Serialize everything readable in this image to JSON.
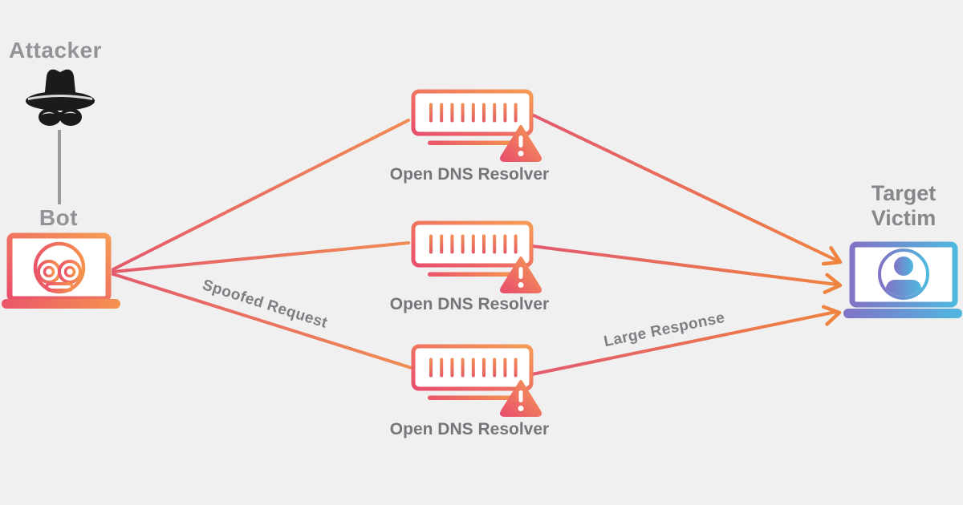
{
  "diagram": {
    "background": "#f0f0f1",
    "attacker": {
      "label": "Attacker"
    },
    "bot": {
      "label": "Bot"
    },
    "resolvers": [
      {
        "label": "Open DNS Resolver"
      },
      {
        "label": "Open DNS Resolver"
      },
      {
        "label": "Open DNS Resolver"
      }
    ],
    "target": {
      "label": "Target Victim"
    },
    "edges": {
      "request_label": "Spoofed Request",
      "response_label": "Large Response"
    },
    "icons": {
      "attacker": "spy-hat-icon",
      "bot": "robot-laptop-icon",
      "resolver": "server-icon with warning-icon",
      "target": "person-laptop-icon"
    },
    "colors": {
      "line_gradient_start": "#e45a6d",
      "line_gradient_end": "#f0873f",
      "warm_gradient_pink": "#e84e6c",
      "warm_gradient_orange": "#f69b55",
      "cool_gradient_purple": "#8173c5",
      "cool_gradient_blue": "#4fb8df",
      "resolver_label_gray": "#75767a",
      "node_title_gray": "#919396",
      "attacker_black": "#1b1b1b",
      "arrow_orange": "#ef8440"
    }
  }
}
